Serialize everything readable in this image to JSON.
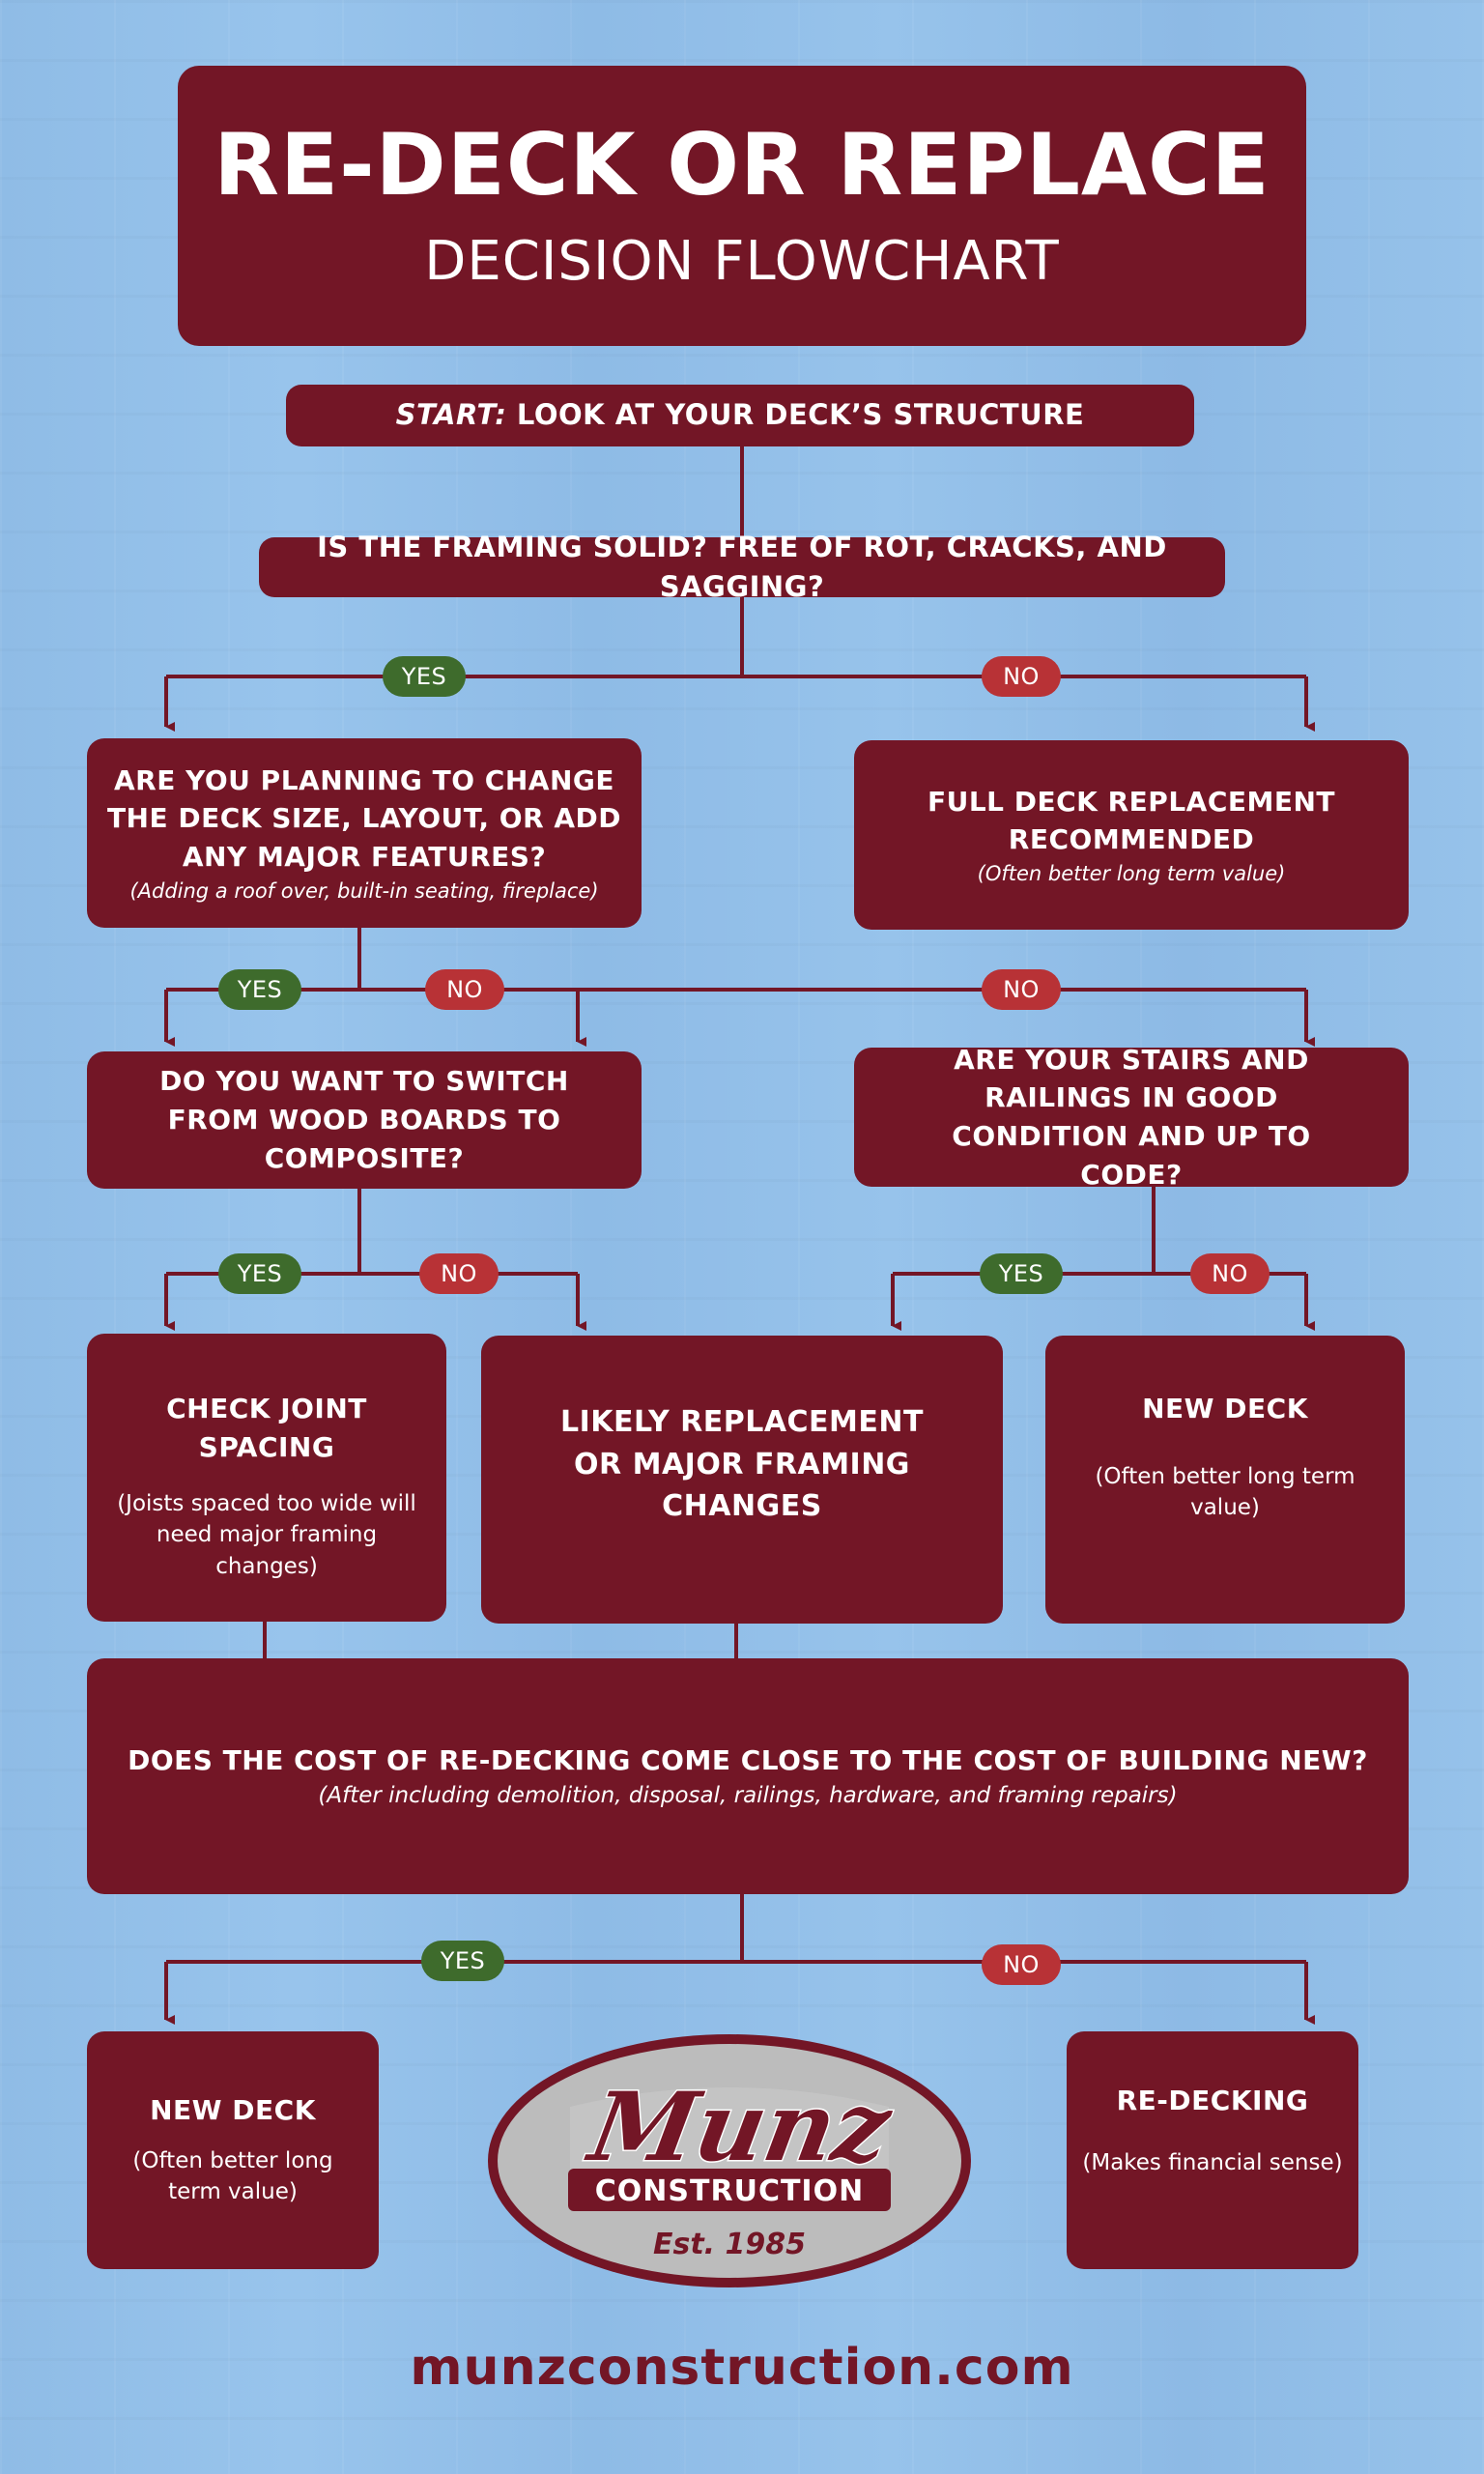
{
  "title": {
    "main": "RE-DECK OR REPLACE",
    "sub": "DECISION FLOWCHART"
  },
  "start": {
    "prefix": "START:",
    "text": " LOOK AT YOUR DECK’S STRUCTURE"
  },
  "q1": {
    "text": "IS THE FRAMING SOLID? FREE OF ROT, CRACKS, AND SAGGING?"
  },
  "q2": {
    "text": "ARE YOU PLANNING TO CHANGE THE DECK SIZE, LAYOUT, OR ADD ANY MAJOR FEATURES?",
    "note": "(Adding a roof over, built-in seating, fireplace)"
  },
  "full_replacement": {
    "text": "FULL DECK REPLACEMENT RECOMMENDED",
    "note": "(Often better long term value)"
  },
  "q3": {
    "text": "DO YOU WANT TO SWITCH FROM WOOD BOARDS TO COMPOSITE?"
  },
  "q4": {
    "text": "ARE YOUR STAIRS AND RAILINGS IN GOOD CONDITION AND UP TO CODE?"
  },
  "joist": {
    "text": "CHECK JOINT SPACING",
    "note": "(Joists spaced too wide will need major framing changes)"
  },
  "likely": {
    "text": "LIKELY REPLACEMENT OR MAJOR FRAMING CHANGES"
  },
  "new_deck_1": {
    "text": "NEW DECK",
    "note": "(Often better long term value)"
  },
  "cost": {
    "text": "DOES THE COST OF RE-DECKING COME CLOSE TO THE COST OF BUILDING NEW?",
    "note": "(After including demolition, disposal, railings, hardware, and framing repairs)"
  },
  "new_deck_2": {
    "text": "NEW DECK",
    "note": "(Often better long term value)"
  },
  "redecking": {
    "text": "RE-DECKING",
    "note": "(Makes financial sense)"
  },
  "labels": {
    "yes": "YES",
    "no": "NO"
  },
  "logo": {
    "name": "Munz",
    "word": "CONSTRUCTION",
    "est": "Est. 1985"
  },
  "website": "munzconstruction.com",
  "colors": {
    "box": "#731626",
    "background": "#92bfe8",
    "yes": "#3e6b2c",
    "no": "#b83236",
    "logo_oval": "#bcbcbc"
  }
}
